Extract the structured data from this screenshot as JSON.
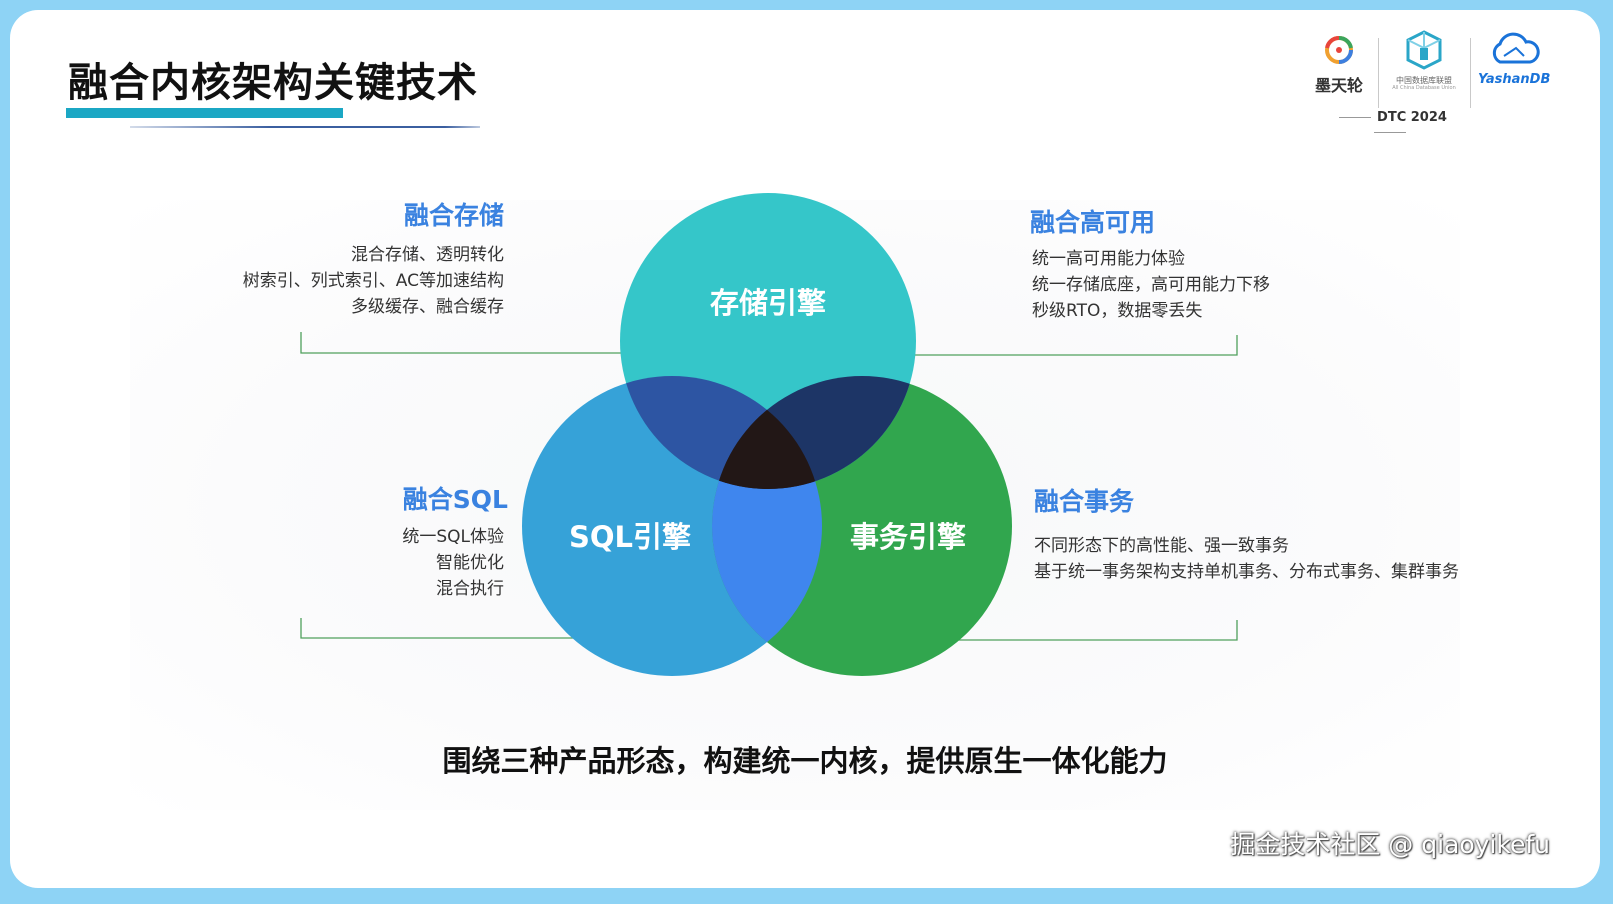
{
  "page_title": "融合内核架构关键技术",
  "logos": {
    "motianlun": "墨天轮",
    "dcu_name": "中国数据库联盟",
    "dcu_sub": "All China Database Union",
    "yashandb": "YashanDB",
    "event": "DTC 2024"
  },
  "colors": {
    "storage": "#35c6c9",
    "sql": "#36a2d8",
    "transaction": "#31a64e",
    "overlap_storage_sql": "#2d55a3",
    "overlap_storage_tx": "#1d3566",
    "overlap_sql_tx": "#3f86ee",
    "center": "#221716",
    "feature_title": "#3a82e0"
  },
  "circles": {
    "storage": "存储引擎",
    "sql": "SQL引擎",
    "transaction": "事务引擎"
  },
  "features": {
    "storage": {
      "title": "融合存储",
      "lines": [
        "混合存储、透明转化",
        "树索引、列式索引、AC等加速结构",
        "多级缓存、融合缓存"
      ]
    },
    "ha": {
      "title": "融合高可用",
      "lines": [
        "统一高可用能力体验",
        "统一存储底座，高可用能力下移",
        "秒级RTO，数据零丢失"
      ]
    },
    "sql": {
      "title": "融合SQL",
      "lines": [
        "统一SQL体验",
        "智能优化",
        "混合执行"
      ]
    },
    "transaction": {
      "title": "融合事务",
      "lines": [
        "不同形态下的高性能、强一致事务",
        "基于统一事务架构支持单机事务、分布式事务、集群事务"
      ]
    }
  },
  "slogan": "围绕三种产品形态，构建统一内核，提供原生一体化能力",
  "watermark": "掘金技术社区 @ qiaoyikefu"
}
